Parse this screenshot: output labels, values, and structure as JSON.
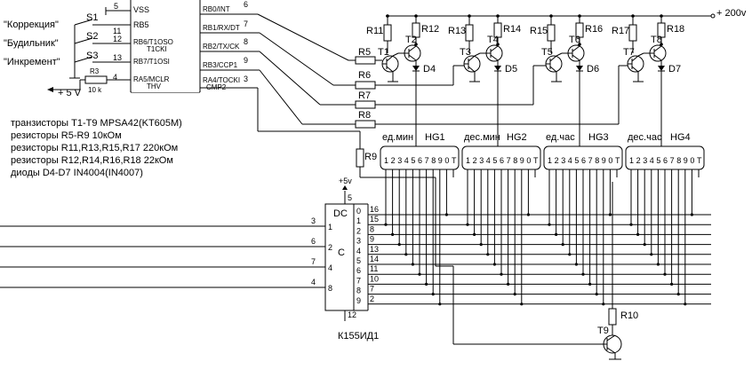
{
  "switches": {
    "s1": {
      "name": "S1",
      "label": "\"Коррекция\""
    },
    "s2": {
      "name": "S2",
      "label": "\"Будильник\""
    },
    "s3": {
      "name": "S3",
      "label": "\"Инкремент\""
    }
  },
  "supply": {
    "plus5": "+ 5 V",
    "plus5v": "+5v",
    "hv": "+ 200v"
  },
  "mcu": {
    "left_pins": [
      {
        "num": "5",
        "name": "VSS"
      },
      {
        "num": "11",
        "name": "RB5"
      },
      {
        "num": "12",
        "name": "RB6/T1OSO\nT1CKI"
      },
      {
        "num": "13",
        "name": "RB7/T1OSI"
      },
      {
        "num": "4",
        "name": "RA5/MCLR\nTHV"
      }
    ],
    "right_pins": [
      {
        "num": "6",
        "name": "RB0/INT"
      },
      {
        "num": "7",
        "name": "RB1/RX/DT"
      },
      {
        "num": "8",
        "name": "RB2/TX/CK"
      },
      {
        "num": "9",
        "name": "RB3/CCP1"
      },
      {
        "num": "3",
        "name": "RA4/TOCKI\nCMP2"
      }
    ]
  },
  "r3": {
    "name": "R3",
    "value": "10 k"
  },
  "resistors": [
    "R5",
    "R6",
    "R7",
    "R8",
    "R9",
    "R10",
    "R11",
    "R12",
    "R13",
    "R14",
    "R15",
    "R16",
    "R17",
    "R18"
  ],
  "transistors": [
    "T1",
    "T2",
    "T3",
    "T4",
    "T5",
    "T6",
    "T7",
    "T8",
    "T9"
  ],
  "diodes": [
    "D4",
    "D5",
    "D6",
    "D7"
  ],
  "notes": [
    "транзисторы Т1-Т9 MPSA42(KT605M)",
    "резисторы R5-R9 10кОм",
    "резисторы R11,R13,R15,R17 220кОм",
    "резисторы R12,R14,R16,R18 22кОм",
    "диоды D4-D7 IN4004(IN4007)"
  ],
  "tubes": [
    {
      "label": "ед.мин",
      "name": "HG1"
    },
    {
      "label": "дес.мин",
      "name": "HG2"
    },
    {
      "label": "ед.час",
      "name": "HG3"
    },
    {
      "label": "дес.час",
      "name": "HG4"
    }
  ],
  "tube_pins": "1234567890T",
  "decoder": {
    "name": "К155ИД1",
    "title_dc": "DC",
    "title_c": "C",
    "power_pin": "5",
    "gnd_pin": "12",
    "inputs": [
      {
        "pin": "3",
        "weight": "1"
      },
      {
        "pin": "6",
        "weight": "2"
      },
      {
        "pin": "7",
        "weight": "4"
      },
      {
        "pin": "4",
        "weight": "8"
      }
    ],
    "outputs": [
      {
        "digit": "0",
        "pin": "16"
      },
      {
        "digit": "1",
        "pin": "15"
      },
      {
        "digit": "2",
        "pin": "8"
      },
      {
        "digit": "3",
        "pin": "9"
      },
      {
        "digit": "4",
        "pin": "13"
      },
      {
        "digit": "5",
        "pin": "14"
      },
      {
        "digit": "6",
        "pin": "11"
      },
      {
        "digit": "7",
        "pin": "10"
      },
      {
        "digit": "8",
        "pin": "7"
      },
      {
        "digit": "9",
        "pin": "2"
      }
    ]
  }
}
